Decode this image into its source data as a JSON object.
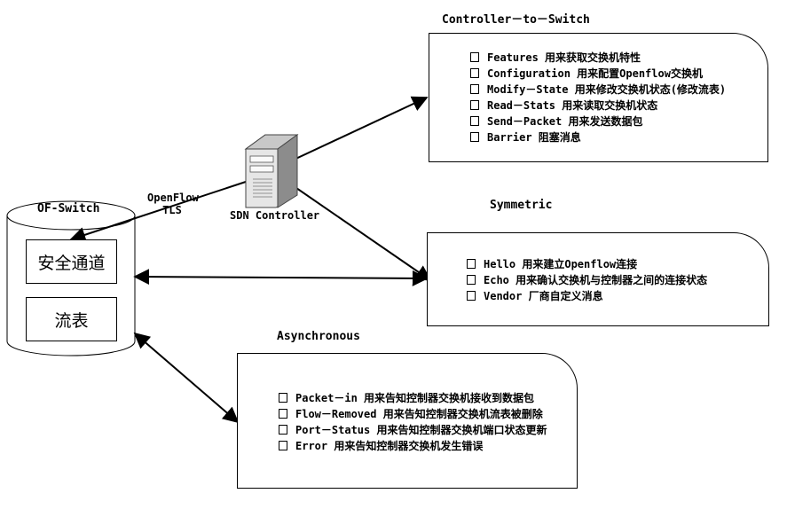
{
  "controller_to_switch": {
    "title": "Controller－to－Switch",
    "items": [
      "Features 用来获取交换机特性",
      "Configuration 用来配置Openflow交换机",
      "Modify－State 用来修改交换机状态(修改流表)",
      "Read－Stats 用来读取交换机状态",
      "Send－Packet 用来发送数据包",
      "Barrier 阻塞消息"
    ]
  },
  "symmetric": {
    "title": "Symmetric",
    "items": [
      "Hello 用来建立Openflow连接",
      "Echo 用来确认交换机与控制器之间的连接状态",
      "Vendor 厂商自定义消息"
    ]
  },
  "asynchronous": {
    "title": "Asynchronous",
    "items": [
      "Packet－in 用来告知控制器交换机接收到数据包",
      "Flow－Removed 用来告知控制器交换机流表被删除",
      "Port－Status 用来告知控制器交换机端口状态更新",
      "Error 用来告知控制器交换机发生错误"
    ]
  },
  "controller": {
    "label": "SDN Controller",
    "icon": "server-icon"
  },
  "switch": {
    "title": "OF-Switch",
    "secure_channel": "安全通道",
    "flow_table": "流表"
  },
  "link": {
    "line1": "OpenFlow",
    "line2": "TLS"
  }
}
